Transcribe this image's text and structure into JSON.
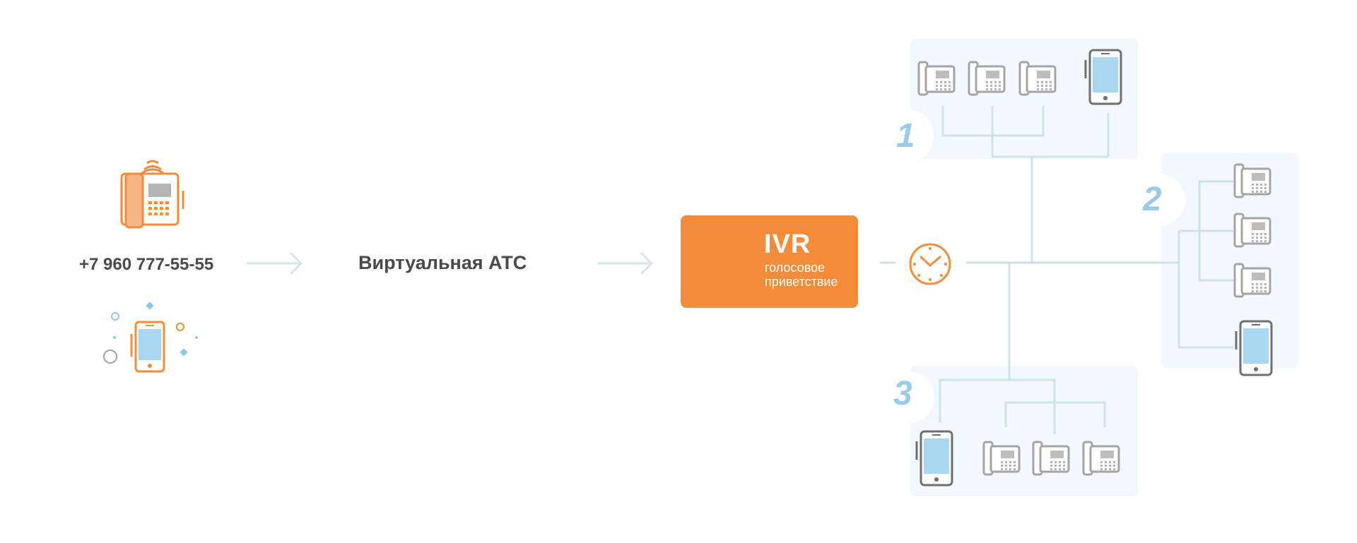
{
  "caller": {
    "phone_number": "+7 960 777-55-55",
    "icons": [
      "desk-phone-icon",
      "mobile-phone-icon"
    ]
  },
  "pbx": {
    "label": "Виртуальная АТС"
  },
  "ivr": {
    "title": "IVR",
    "subtitle_line1": "голосовое",
    "subtitle_line2": "приветствие",
    "icon": "phone-ringing-icon"
  },
  "schedule": {
    "icon": "clock-icon"
  },
  "groups": [
    {
      "number": "1",
      "devices": [
        "desk-phone-icon",
        "desk-phone-icon",
        "desk-phone-icon",
        "mobile-phone-icon"
      ]
    },
    {
      "number": "2",
      "devices": [
        "desk-phone-icon",
        "desk-phone-icon",
        "desk-phone-icon",
        "mobile-phone-icon"
      ]
    },
    {
      "number": "3",
      "devices": [
        "mobile-phone-icon",
        "desk-phone-icon",
        "desk-phone-icon",
        "desk-phone-icon"
      ]
    }
  ],
  "colors": {
    "accent_orange": "#f48c3a",
    "line_blue": "#cfe2ec",
    "number_blue": "#9ccbe8",
    "screen_blue": "#a9d7f2",
    "device_gray": "#9b9b9b",
    "text_dark": "#4a4a4a",
    "group_bg": "#f2f8fd"
  }
}
